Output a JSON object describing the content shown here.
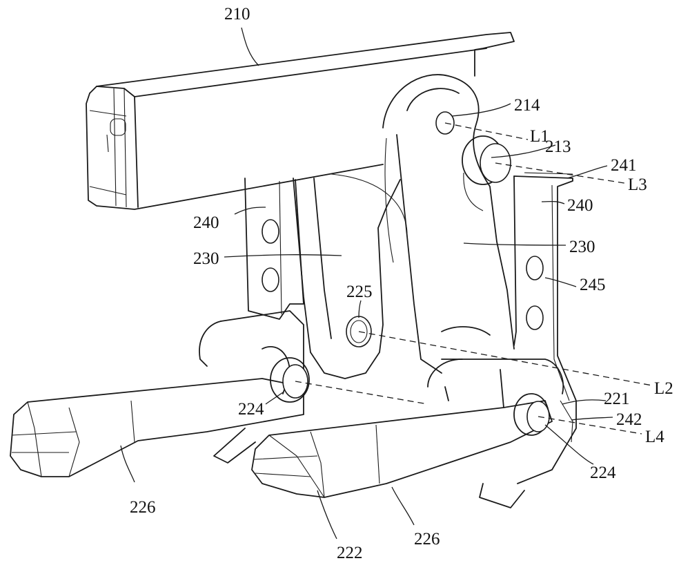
{
  "figure": {
    "type": "patent-perspective-drawing",
    "reference_numerals": [
      {
        "id": "n210",
        "text": "210"
      },
      {
        "id": "n214",
        "text": "214"
      },
      {
        "id": "n213",
        "text": "213"
      },
      {
        "id": "n241",
        "text": "241"
      },
      {
        "id": "n240a",
        "text": "240"
      },
      {
        "id": "n240b",
        "text": "240"
      },
      {
        "id": "n230a",
        "text": "230"
      },
      {
        "id": "n230b",
        "text": "230"
      },
      {
        "id": "n245",
        "text": "245"
      },
      {
        "id": "n225",
        "text": "225"
      },
      {
        "id": "n221",
        "text": "221"
      },
      {
        "id": "n242",
        "text": "242"
      },
      {
        "id": "n224a",
        "text": "224"
      },
      {
        "id": "n224b",
        "text": "224"
      },
      {
        "id": "n226a",
        "text": "226"
      },
      {
        "id": "n226b",
        "text": "226"
      },
      {
        "id": "n222",
        "text": "222"
      }
    ],
    "axis_labels": [
      {
        "id": "L1",
        "text": "L1"
      },
      {
        "id": "L2",
        "text": "L2"
      },
      {
        "id": "L3",
        "text": "L3"
      },
      {
        "id": "L4",
        "text": "L4"
      }
    ]
  }
}
